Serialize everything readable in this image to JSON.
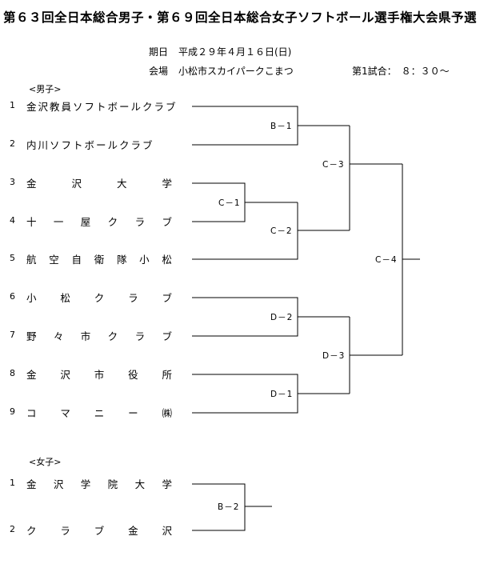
{
  "title": "第６３回全日本総合男子・第６９回全日本総合女子ソフトボール選手権大会県予選",
  "info": {
    "date_label": "期日",
    "date_value": "平成２９年４月１６日(日)",
    "venue_label": "会場",
    "venue_value": "小松市スカイパークこまつ",
    "first_match": "第1試合：　８：３０～"
  },
  "men": {
    "label": "<男子>",
    "teams": [
      {
        "num": "1",
        "name": "金沢教員ソフトボールクラブ"
      },
      {
        "num": "2",
        "name": "内川ソフトボールクラブ"
      },
      {
        "num": "3",
        "name": "金沢大学"
      },
      {
        "num": "4",
        "name": "十一屋クラブ"
      },
      {
        "num": "5",
        "name": "航空自衛隊小松"
      },
      {
        "num": "6",
        "name": "小松クラブ"
      },
      {
        "num": "7",
        "name": "野々市クラブ"
      },
      {
        "num": "8",
        "name": "金沢市役所"
      },
      {
        "num": "9",
        "name": "コマニー㈱"
      }
    ],
    "matches": {
      "b1": "B－1",
      "c1": "C－1",
      "c2": "C－2",
      "c3": "C－3",
      "d2": "D－2",
      "d1": "D－1",
      "d3": "D－3",
      "c4": "C－4"
    }
  },
  "women": {
    "label": "<女子>",
    "teams": [
      {
        "num": "1",
        "name": "金沢学院大学"
      },
      {
        "num": "2",
        "name": "クラブ金沢"
      }
    ],
    "matches": {
      "b2": "B－2"
    }
  }
}
